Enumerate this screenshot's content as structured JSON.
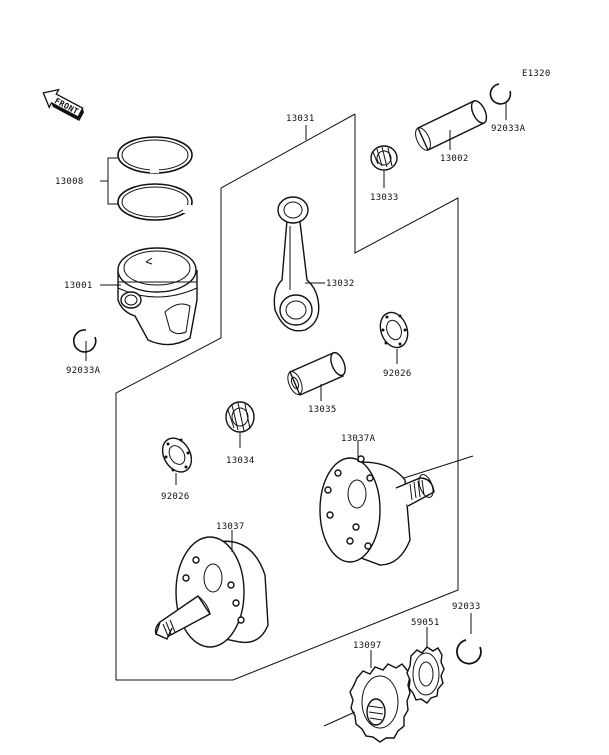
{
  "diagram_code": "E1320",
  "front_label": "FRONT",
  "parts": {
    "ring_set": "13008",
    "piston": "13001",
    "circlip_left": "92033A",
    "crankshaft_assy": "13031",
    "connecting_rod": "13032",
    "small_end_bearing": "13033",
    "piston_pin": "13002",
    "circlip_top": "92033A",
    "washer_right": "92026",
    "crank_pin": "13035",
    "big_end_bearing": "13034",
    "washer_left": "92026",
    "flywheel_right": "13037A",
    "flywheel_left": "13037",
    "primary_gear": "13097",
    "gear_small": "59051",
    "circlip_bottom": "92033"
  }
}
